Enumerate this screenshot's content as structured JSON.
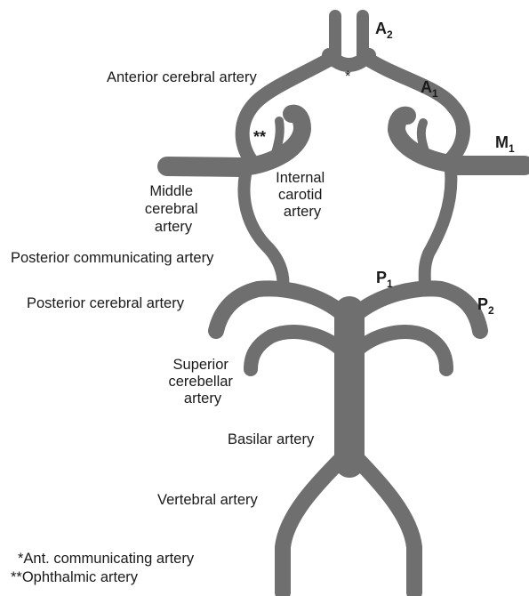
{
  "labels": {
    "a2": {
      "main": "A",
      "sub": "2"
    },
    "a1": {
      "main": "A",
      "sub": "1"
    },
    "m1": {
      "main": "M",
      "sub": "1"
    },
    "p1": {
      "main": "P",
      "sub": "1"
    },
    "p2": {
      "main": "P",
      "sub": "2"
    },
    "star_single": "*",
    "star_double": "**",
    "anterior_cerebral": "Anterior cerebral artery",
    "middle_cerebral": [
      "Middle",
      "cerebral",
      "artery"
    ],
    "internal_carotid": [
      "Internal",
      "carotid",
      "artery"
    ],
    "posterior_communicating": "Posterior communicating artery",
    "posterior_cerebral": "Posterior cerebral artery",
    "superior_cerebellar": [
      "Superior",
      "cerebellar",
      "artery"
    ],
    "basilar": "Basilar artery",
    "vertebral": "Vertebral artery"
  },
  "legend": {
    "line1": "*Ant. communicating artery",
    "line2": "**Ophthalmic artery"
  }
}
